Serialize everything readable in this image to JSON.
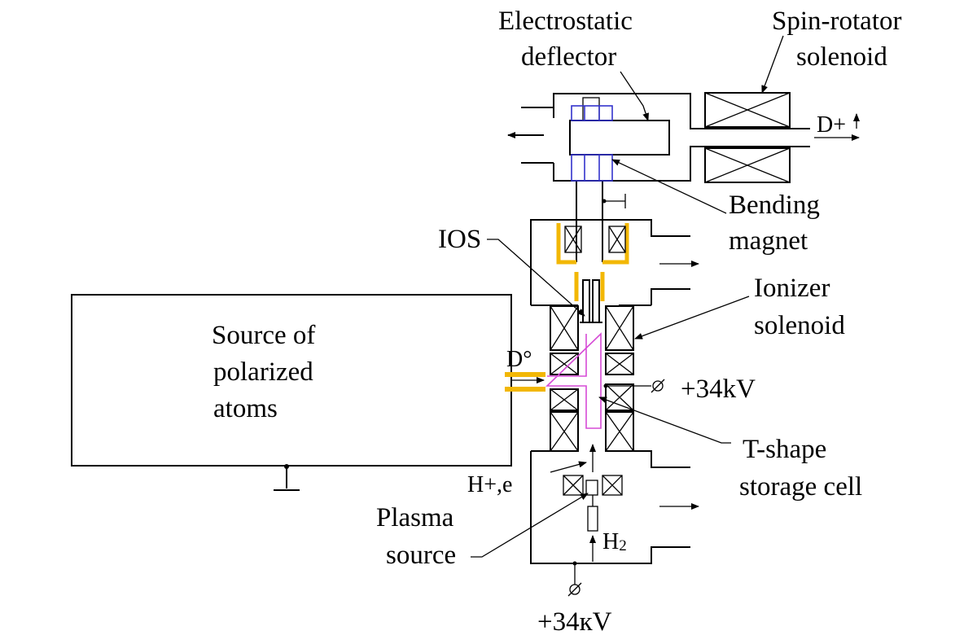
{
  "labels": {
    "electrostatic_deflector": [
      "Electrostatic",
      "deflector"
    ],
    "spin_rotator_solenoid": [
      "Spin-rotator",
      "solenoid"
    ],
    "bending_magnet": [
      "Bending",
      "magnet"
    ],
    "ios": "IOS",
    "ionizer_solenoid": [
      "Ionizer",
      "solenoid"
    ],
    "source_polarized_atoms": [
      "Source of",
      "polarized",
      "atoms"
    ],
    "d_atom_beam": "D°",
    "d_plus_beam": "D+",
    "voltage_cell": "+34kV",
    "t_shape_cell": [
      "T-shape",
      "storage cell"
    ],
    "h_plus_e": "H+,e",
    "plasma_source": [
      "Plasma",
      "source"
    ],
    "h2_gas": "H",
    "h2_subscript": "2",
    "voltage_bottom": "+34кV"
  },
  "colors": {
    "line": "#000000",
    "gold": "#f2b705",
    "blue_magnet": "#3333cc",
    "pink_cell": "#d64bd6"
  }
}
